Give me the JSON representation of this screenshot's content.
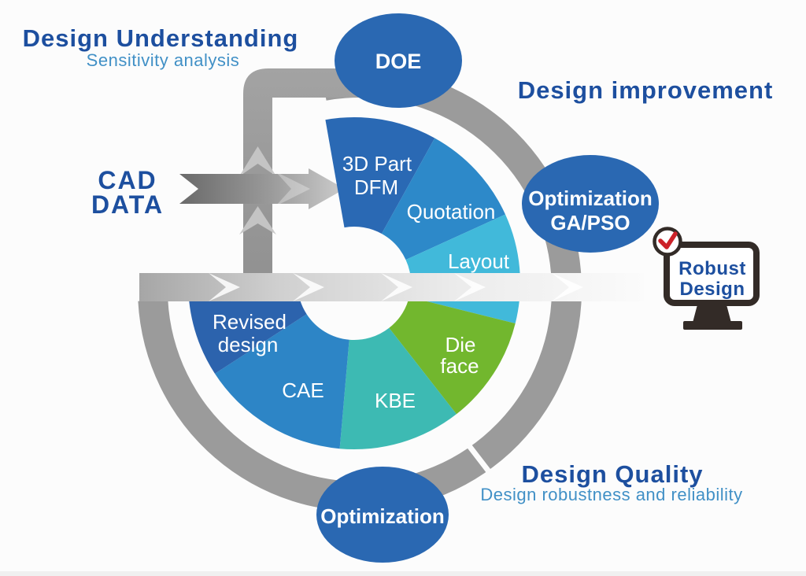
{
  "palette": {
    "heading_blue": "#1d4f9f",
    "subtitle_blue": "#4190c6",
    "ellipse_blue": "#2a68b2",
    "ring_gray": "#9b9b9b",
    "band_gray": "#9c9c9c",
    "monitor_dark": "#332b27",
    "check_red": "#cc2229"
  },
  "annotations": {
    "design_understanding": {
      "title": "Design Understanding",
      "subtitle": "Sensitivity analysis"
    },
    "design_improvement": {
      "title": "Design improvement"
    },
    "design_quality": {
      "title": "Design Quality",
      "subtitle": "Design robustness and reliability"
    },
    "cad_data": {
      "lines": [
        "CAD",
        "DATA"
      ]
    }
  },
  "nodes": {
    "doe": {
      "label": "DOE"
    },
    "optimization_ga_pso": {
      "lines": [
        "Optimization",
        "GA/PSO"
      ]
    },
    "optimization": {
      "label": "Optimization"
    }
  },
  "monitor": {
    "lines": [
      "Robust",
      "Design"
    ],
    "icon": "red-checkmark"
  },
  "wheel": {
    "segments": [
      {
        "id": "3d-part-dfm",
        "lines": [
          "3D Part",
          "DFM"
        ],
        "color": "#2a69b4",
        "start_deg": 100,
        "end_deg": 61
      },
      {
        "id": "quotation",
        "lines": [
          "Quotation"
        ],
        "color": "#2d89c9",
        "start_deg": 61,
        "end_deg": 24.5
      },
      {
        "id": "layout",
        "lines": [
          "Layout"
        ],
        "color": "#41b9da",
        "start_deg": 24.5,
        "end_deg": -14
      },
      {
        "id": "die-face",
        "lines": [
          "Die",
          "face"
        ],
        "color": "#72b72e",
        "start_deg": -14,
        "end_deg": -52,
        "label_color": "#d8efb0"
      },
      {
        "id": "kbe",
        "lines": [
          "KBE"
        ],
        "color": "#3dbab3",
        "start_deg": -52,
        "end_deg": -95
      },
      {
        "id": "cae",
        "lines": [
          "CAE"
        ],
        "color": "#2d85c6",
        "start_deg": -95,
        "end_deg": -147
      },
      {
        "id": "revised-design",
        "lines": [
          "Revised",
          "design"
        ],
        "color": "#2c63ad",
        "start_deg": -147,
        "end_deg": -174
      }
    ]
  }
}
